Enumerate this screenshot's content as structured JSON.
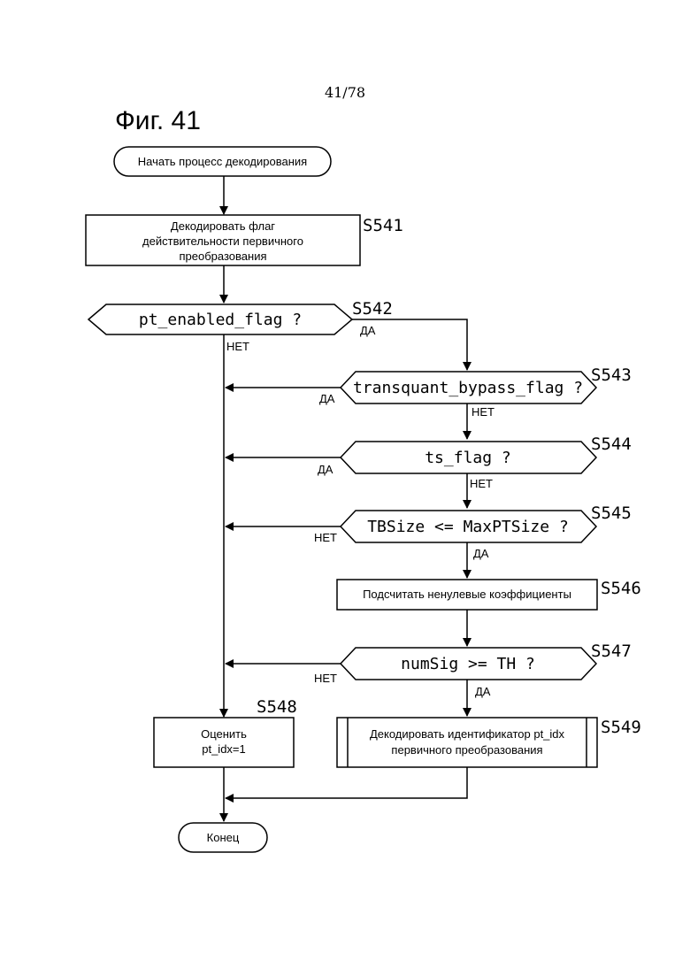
{
  "page_number": "41/78",
  "figure_title": "Фиг. 41",
  "nodes": {
    "start": {
      "text": [
        "Начать процесс декодирования"
      ]
    },
    "s541": {
      "step": "S541",
      "text": [
        "Декодировать флаг",
        "действительности первичного",
        "преобразования"
      ]
    },
    "s542": {
      "step": "S542",
      "text": [
        "pt_enabled_flag ?"
      ]
    },
    "s543": {
      "step": "S543",
      "text": [
        "transquant_bypass_flag ?"
      ]
    },
    "s544": {
      "step": "S544",
      "text": [
        "ts_flag ?"
      ]
    },
    "s545": {
      "step": "S545",
      "text": [
        "TBSize <= MaxPTSize ?"
      ]
    },
    "s546": {
      "step": "S546",
      "text": [
        "Подсчитать ненулевые коэффициенты"
      ]
    },
    "s547": {
      "step": "S547",
      "text": [
        "numSig >= TH ?"
      ]
    },
    "s548": {
      "step": "S548",
      "text": [
        "Оценить",
        "pt_idx=1"
      ]
    },
    "s549": {
      "step": "S549",
      "text": [
        "Декодировать идентификатор pt_idx",
        "первичного преобразования"
      ]
    },
    "end": {
      "text": [
        "Конец"
      ]
    }
  },
  "edge_labels": {
    "s542_no": "НЕТ",
    "s542_yes": "ДА",
    "s543_yes": "ДА",
    "s543_no": "НЕТ",
    "s544_yes": "ДА",
    "s544_no": "НЕТ",
    "s545_no": "НЕТ",
    "s545_yes": "ДА",
    "s547_no": "НЕТ",
    "s547_yes": "ДА"
  }
}
